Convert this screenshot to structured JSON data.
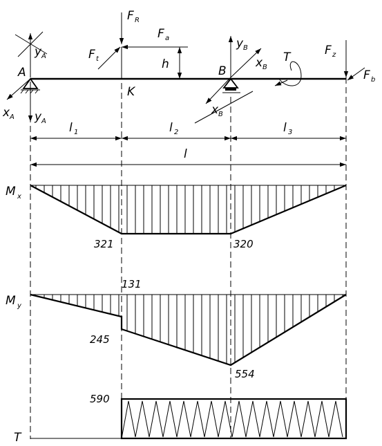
{
  "labels": {
    "A": "A",
    "B": "B",
    "K": "K",
    "F": "F",
    "FR_sub": "R",
    "Fa_sub": "a",
    "Ft_sub": "t",
    "Fz_sub": "z",
    "Fb_sub": "b",
    "T": "T",
    "h": "h",
    "x": "x",
    "y": "y",
    "subA": "A",
    "subB": "B",
    "l": "l",
    "l1_sub": "1",
    "l2_sub": "2",
    "l3_sub": "3",
    "M": "M",
    "Mx_sub": "x",
    "My_sub": "y",
    "T_axis": "T"
  },
  "values": {
    "mx_left": "321",
    "mx_right": "320",
    "my_top": "131",
    "my_left": "245",
    "my_right": "554",
    "t_value": "590"
  }
}
